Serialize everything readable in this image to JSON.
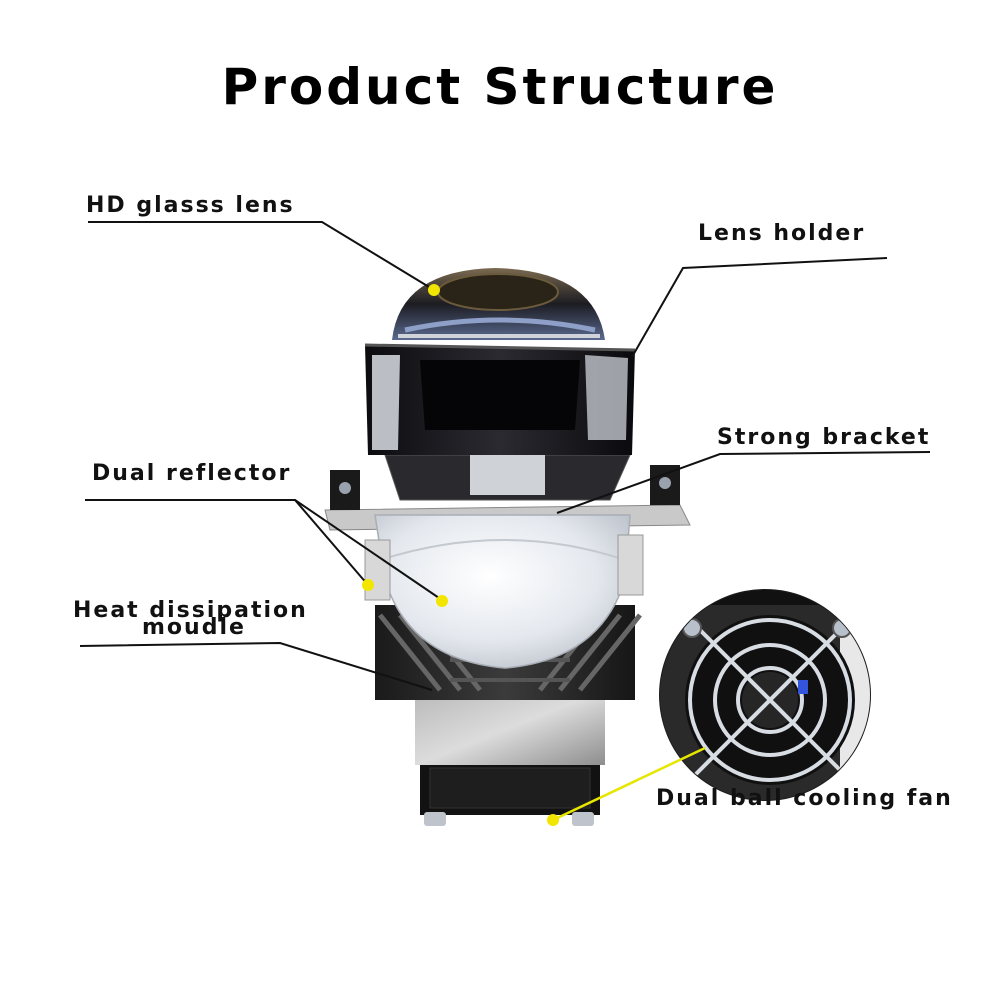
{
  "title": "Product Structure",
  "labels": {
    "hd_lens": "HD glasss lens",
    "lens_holder": "Lens holder",
    "strong_bracket": "Strong bracket",
    "dual_reflector": "Dual reflector",
    "heat_line1": "Heat dissipation",
    "heat_line2": "moudle",
    "fan": "Dual ball cooling fan"
  },
  "colors": {
    "marker": "#f2e600",
    "leader": "#111111",
    "fan_leader": "#e6e600"
  }
}
